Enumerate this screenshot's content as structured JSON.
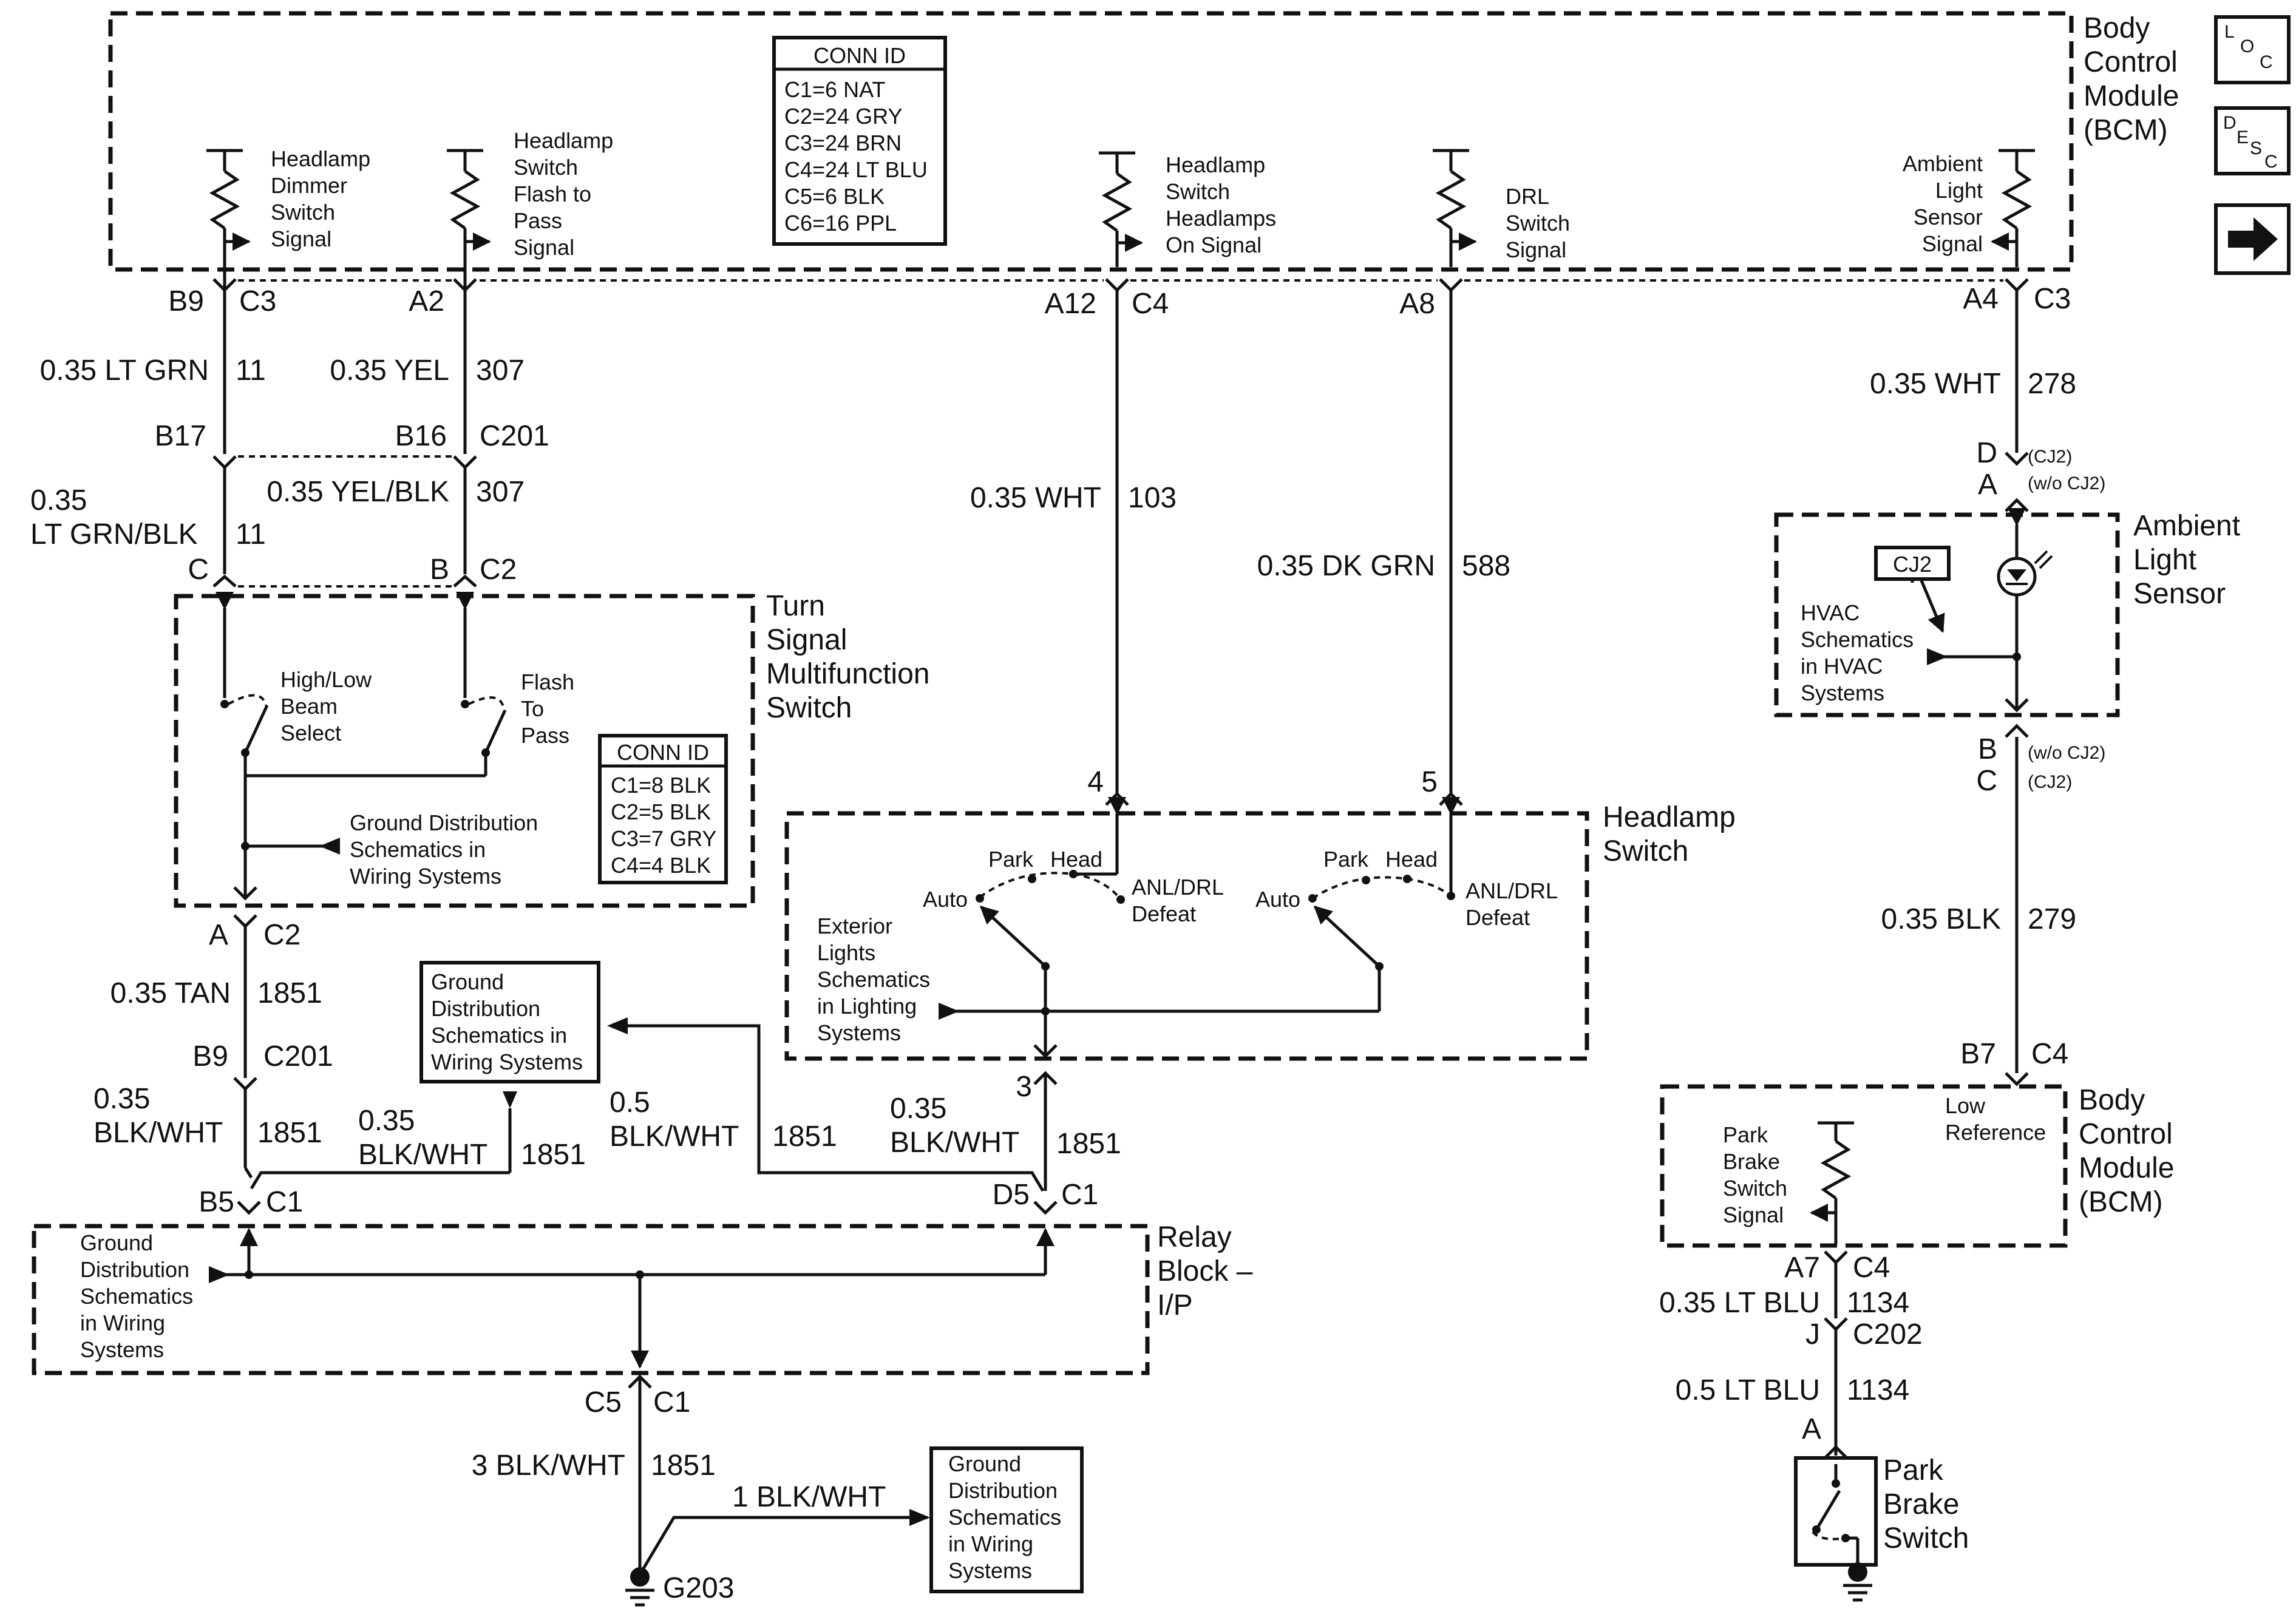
{
  "colors": {
    "line": "#111111",
    "background": "#ffffff"
  },
  "nav_icons": {
    "loc": "loc-icon",
    "desc": "desc-icon",
    "next": "arrow-right-icon"
  },
  "bcm_top": {
    "title": [
      "Body",
      "Control",
      "Module",
      "(BCM)"
    ],
    "conn_id": {
      "header": "CONN ID",
      "rows": [
        "C1=6 NAT",
        "C2=24 GRY",
        "C3=24 BRN",
        "C4=24 LT BLU",
        "C5=6 BLK",
        "C6=16 PPL"
      ]
    },
    "signals": {
      "dimmer": [
        "Headlamp",
        "Dimmer",
        "Switch",
        "Signal"
      ],
      "flash": [
        "Headlamp",
        "Switch",
        "Flash to",
        "Pass",
        "Signal"
      ],
      "on": [
        "Headlamp",
        "Switch",
        "Headlamps",
        "On Signal"
      ],
      "drl": [
        "DRL",
        "Switch",
        "Signal"
      ],
      "ambient": [
        "Ambient",
        "Light",
        "Sensor",
        "Signal"
      ]
    },
    "pins": {
      "dimmer": [
        "B9",
        "C3"
      ],
      "flash": [
        "A2",
        ""
      ],
      "on": [
        "A12",
        "C4"
      ],
      "drl": [
        "A8",
        ""
      ],
      "ambient": [
        "A4",
        "C3"
      ]
    }
  },
  "wires": {
    "w11": [
      "0.35 LT GRN",
      "11"
    ],
    "w307": [
      "0.35 YEL",
      "307"
    ],
    "c201_top": [
      "B17",
      "B16",
      "C201"
    ],
    "w11b": [
      "0.35",
      "LT GRN/BLK",
      "11"
    ],
    "w307b": [
      "0.35 YEL/BLK",
      "307"
    ],
    "tsm_pins": [
      "C",
      "B",
      "C2"
    ],
    "w103": [
      "0.35 WHT",
      "103"
    ],
    "w588": [
      "0.35 DK GRN",
      "588"
    ],
    "w278": [
      "0.35 WHT",
      "278"
    ],
    "amb_pins": [
      "D",
      "A",
      "(CJ2)",
      "(w/o CJ2)"
    ],
    "amb_pins_b": [
      "B",
      "C",
      "(w/o CJ2)",
      "(CJ2)"
    ],
    "w279": [
      "0.35 BLK",
      "279"
    ],
    "w1851_tan": [
      "A",
      "C2",
      "0.35 TAN",
      "1851",
      "B9",
      "C201"
    ],
    "w1851_a": [
      "0.35",
      "BLK/WHT",
      "1851"
    ],
    "w1851_b": [
      "0.35",
      "BLK/WHT",
      "1851"
    ],
    "w1851_c": [
      "0.5",
      "BLK/WHT",
      "1851"
    ],
    "w1851_d": [
      "0.35",
      "BLK/WHT",
      "1851"
    ],
    "hs_pin3": "3",
    "relay_pins": [
      "B5",
      "C1",
      "D5",
      "C1"
    ],
    "g_pins": [
      "C5",
      "C1"
    ],
    "w3blk": [
      "3 BLK/WHT",
      "1851"
    ],
    "w1blk": "1 BLK/WHT",
    "ground": "G203",
    "bcm2_pins": [
      "B7",
      "C4"
    ],
    "bcm2_out": [
      "A7",
      "C4"
    ],
    "w1134a": [
      "0.35 LT BLU",
      "1134"
    ],
    "c202": [
      "J",
      "C202"
    ],
    "w1134b": [
      "0.5 LT BLU",
      "1134"
    ],
    "pb_pin": "A",
    "hs_pins": [
      "4",
      "5"
    ]
  },
  "tsm": {
    "title": [
      "Turn",
      "Signal",
      "Multifunction",
      "Switch"
    ],
    "hl_select": [
      "High/Low",
      "Beam",
      "Select"
    ],
    "flash": [
      "Flash",
      "To",
      "Pass"
    ],
    "gnd": [
      "Ground Distribution",
      "Schematics in",
      "Wiring Systems"
    ],
    "conn_id": {
      "header": "CONN ID",
      "rows": [
        "C1=8 BLK",
        "C2=5 BLK",
        "C3=7 GRY",
        "C4=4 BLK"
      ]
    }
  },
  "gnd_box1": [
    "Ground",
    "Distribution",
    "Schematics in",
    "Wiring Systems"
  ],
  "headlamp_switch": {
    "title": [
      "Headlamp",
      "Switch"
    ],
    "left": {
      "park": "Park",
      "head": "Head",
      "auto": "Auto",
      "anl": [
        "ANL/DRL",
        "Defeat"
      ]
    },
    "right": {
      "park": "Park",
      "head": "Head",
      "auto": "Auto",
      "anl": [
        "ANL/DRL",
        "Defeat"
      ]
    },
    "ext": [
      "Exterior",
      "Lights",
      "Schematics",
      "in Lighting",
      "Systems"
    ]
  },
  "ambient": {
    "title": [
      "Ambient",
      "Light",
      "Sensor"
    ],
    "tag": "CJ2",
    "hvac": [
      "HVAC",
      "Schematics",
      "in HVAC",
      "Systems"
    ]
  },
  "relay_block": {
    "title": [
      "Relay",
      "Block –",
      "I/P"
    ],
    "gnd": [
      "Ground",
      "Distribution",
      "Schematics",
      "in Wiring",
      "Systems"
    ]
  },
  "gnd_box2": [
    "Ground",
    "Distribution",
    "Schematics",
    "in Wiring",
    "Systems"
  ],
  "bcm_bottom": {
    "title": [
      "Body",
      "Control",
      "Module",
      "(BCM)"
    ],
    "low_ref": [
      "Low",
      "Reference"
    ],
    "park": [
      "Park",
      "Brake",
      "Switch",
      "Signal"
    ]
  },
  "park_brake": {
    "title": [
      "Park",
      "Brake",
      "Switch"
    ]
  }
}
